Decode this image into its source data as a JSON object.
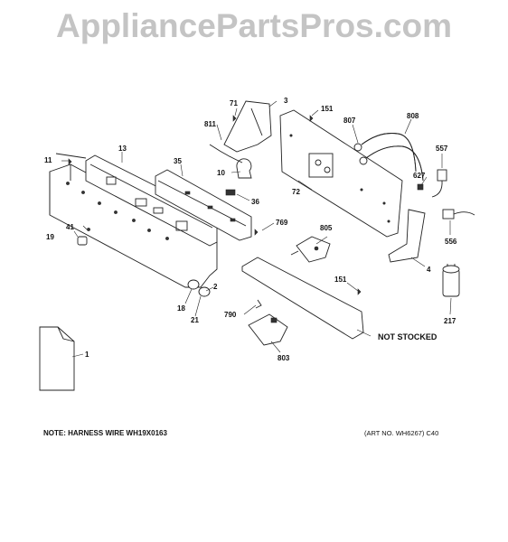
{
  "watermark": "AppliancePartsPros.com",
  "notes": {
    "harness": "NOTE: HARNESS WIRE WH19X0163",
    "art_no": "(ART NO. WH6267) C40",
    "not_stocked": "NOT STOCKED"
  },
  "callouts": {
    "c71": "71",
    "c3": "3",
    "c151a": "151",
    "c807": "807",
    "c808": "808",
    "c811": "811",
    "c13": "13",
    "c11": "11",
    "c35": "35",
    "c10": "10",
    "c557": "557",
    "c627": "627",
    "c72": "72",
    "c36": "36",
    "c769": "769",
    "c805": "805",
    "c41": "41",
    "c19": "19",
    "c556": "556",
    "c4": "4",
    "c151b": "151",
    "c2": "2",
    "c18": "18",
    "c21": "21",
    "c790": "790",
    "c217": "217",
    "c1": "1",
    "c803": "803"
  }
}
